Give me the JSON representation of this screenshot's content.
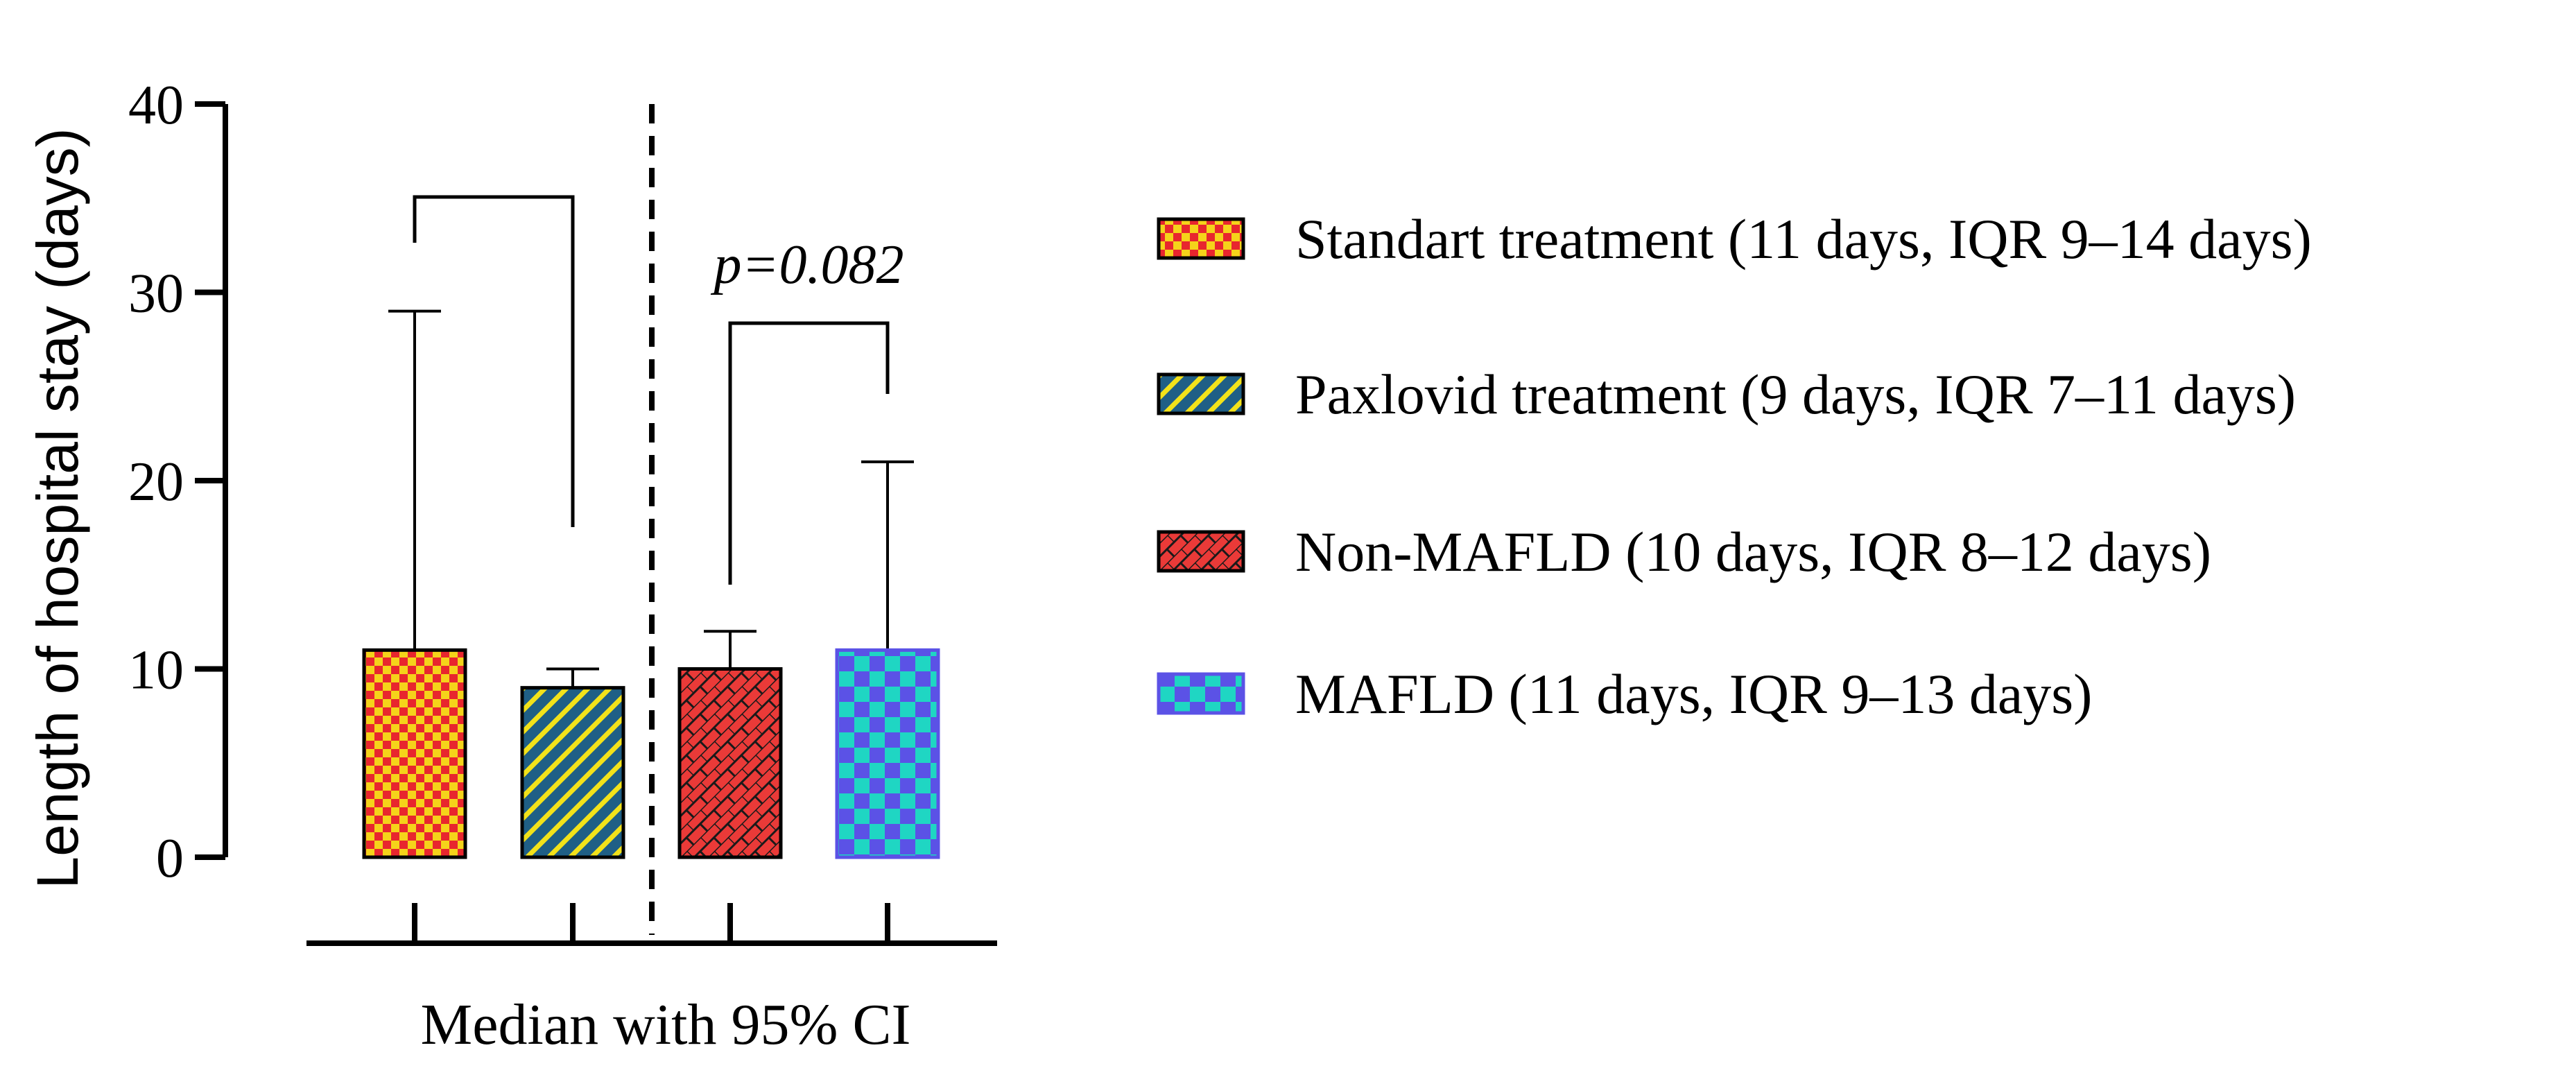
{
  "chart_data": {
    "type": "bar",
    "ylabel": "Length of hospital stay (days)",
    "xlabel": "Median with 95% CI",
    "ylim": [
      0,
      40
    ],
    "yticks": [
      0,
      10,
      20,
      30,
      40
    ],
    "grid": false,
    "legend_position": "right",
    "series": [
      {
        "name": "Standart treatment (11 days, IQR 9–14 days)",
        "value": 11,
        "ci_upper": 29,
        "color": "#e8262e",
        "color2": "#f5d31a",
        "pattern": "checker-small"
      },
      {
        "name": "Paxlovid treatment (9 days, IQR 7–11 days)",
        "value": 9,
        "ci_upper": 10,
        "color": "#1f5f86",
        "color2": "#f2e21a",
        "pattern": "diagonal-stripes"
      },
      {
        "name": "Non-MAFLD (10 days, IQR 8–12 days)",
        "value": 10,
        "ci_upper": 12,
        "color": "#ea3a38",
        "color2": "#1a1a1a",
        "pattern": "brick"
      },
      {
        "name": "MAFLD (11 days, IQR 9–13 days)",
        "value": 11,
        "ci_upper": 21,
        "color": "#1fd6c3",
        "color2": "#5b52e6",
        "pattern": "checker-large"
      }
    ],
    "comparisons": [
      {
        "between": [
          0,
          1
        ],
        "label": ""
      },
      {
        "between": [
          2,
          3
        ],
        "label": "p=0.082"
      }
    ]
  }
}
